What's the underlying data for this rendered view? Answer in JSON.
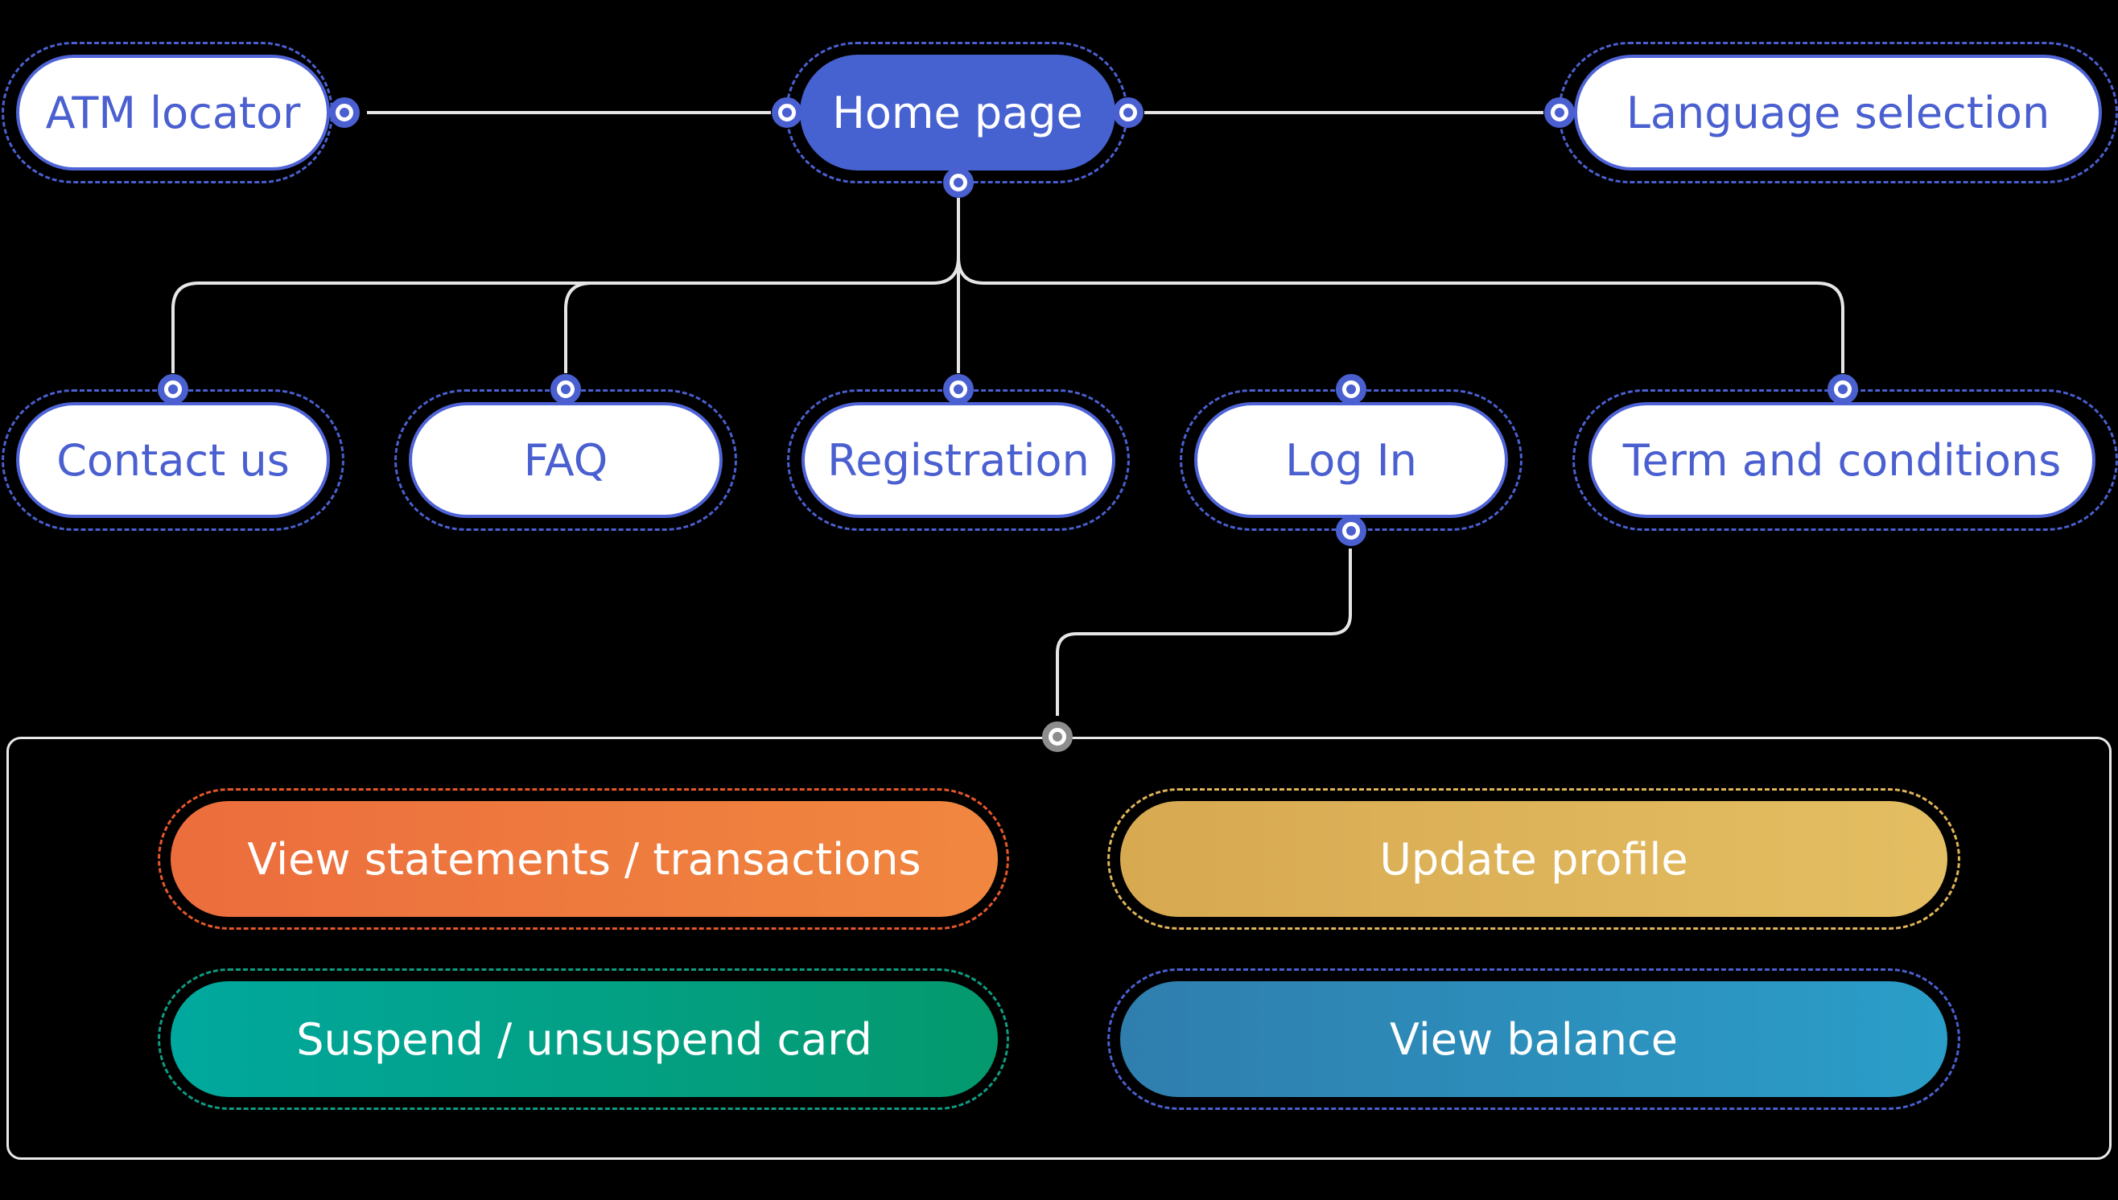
{
  "nodes": {
    "home": "Home page",
    "atm": "ATM locator",
    "language": "Language selection",
    "contact": "Contact us",
    "faq": "FAQ",
    "registration": "Registration",
    "login": "Log In",
    "terms": "Term and conditions"
  },
  "logged_in_actions": {
    "statements": "View statements / transactions",
    "profile": "Update profile",
    "suspend": "Suspend / unsuspend card",
    "balance": "View balance"
  },
  "colors": {
    "accent_blue": "#4661d0",
    "statements": "#ef7a3c",
    "profile": "#dfb45b",
    "suspend": "#03a387",
    "balance": "#2e89b8"
  }
}
